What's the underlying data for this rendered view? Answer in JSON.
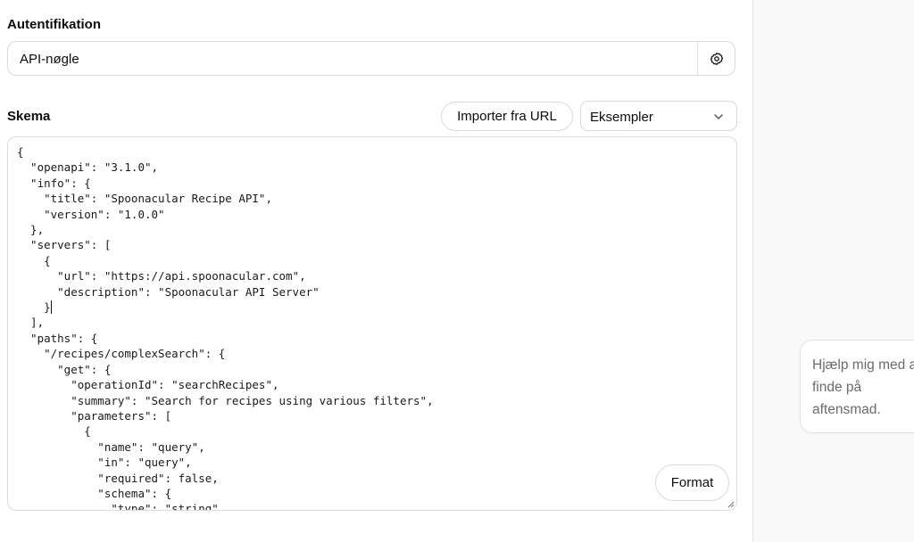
{
  "auth": {
    "label": "Autentifikation",
    "value": "API-nøgle",
    "settings_icon": "gear-icon"
  },
  "schema": {
    "label": "Skema",
    "import_label": "Importer fra URL",
    "examples_label": "Eksempler",
    "dropdown_icon": "chevron-down-icon",
    "format_label": "Format",
    "code_before_caret": "{\n  \"openapi\": \"3.1.0\",\n  \"info\": {\n    \"title\": \"Spoonacular Recipe API\",\n    \"version\": \"1.0.0\"\n  },\n  \"servers\": [\n    {\n      \"url\": \"https://api.spoonacular.com\",\n      \"description\": \"Spoonacular API Server\"\n    }",
    "code_after_caret": "\n  ],\n  \"paths\": {\n    \"/recipes/complexSearch\": {\n      \"get\": {\n        \"operationId\": \"searchRecipes\",\n        \"summary\": \"Search for recipes using various filters\",\n        \"parameters\": [\n          {\n            \"name\": \"query\",\n            \"in\": \"query\",\n            \"required\": false,\n            \"schema\": {\n              \"type\": \"string\""
  },
  "sidebar": {
    "suggestion": "Hjælp mig med at finde på aftensmad."
  }
}
